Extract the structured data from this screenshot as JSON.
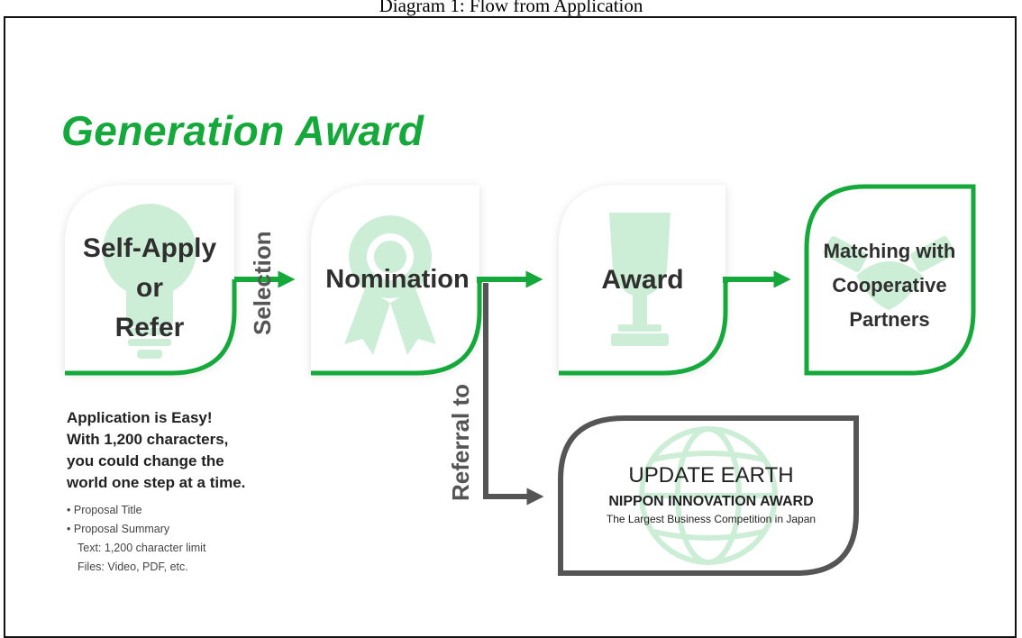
{
  "caption": "Diagram 1: Flow from Application",
  "title": "Generation Award",
  "steps": {
    "self_apply": [
      "Self-Apply",
      "or",
      "Refer"
    ],
    "nomination": "Nomination",
    "award": "Award",
    "matching": [
      "Matching with",
      "Cooperative",
      "Partners"
    ]
  },
  "connectors": {
    "selection": "Selection",
    "referral": "Referral to"
  },
  "update_earth": {
    "name": "UPDATE EARTH",
    "subtitle": "NIPPON INNOVATION AWARD",
    "tagline": "The Largest Business Competition in Japan"
  },
  "application_info": {
    "headline": [
      "Application is Easy!",
      "With 1,200 characters,",
      "you could change the",
      "world one step at a time."
    ],
    "bullets": [
      "Proposal Title",
      "Proposal Summary"
    ],
    "sub_items": [
      "Text: 1,200 character limit",
      "Files: Video, PDF, etc."
    ]
  },
  "colors": {
    "green": "#15a83a",
    "light_green": "#cdeed6",
    "gray": "#555555"
  },
  "icons": [
    "lightbulb-icon",
    "ribbon-badge-icon",
    "trophy-icon",
    "handshake-icon",
    "globe-icon"
  ]
}
